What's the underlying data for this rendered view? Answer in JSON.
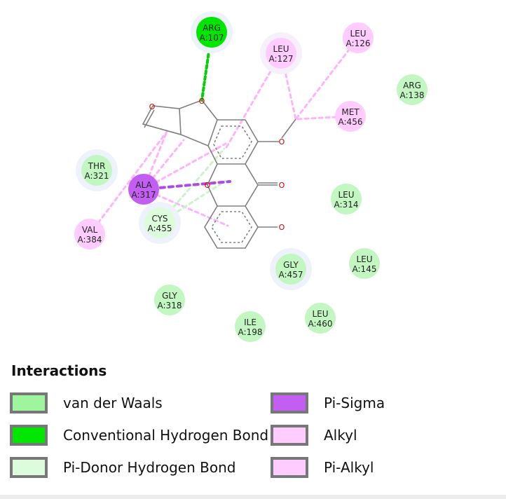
{
  "colors": {
    "van_der_waals": "#9ef59e",
    "conventional_hbond": "#00e600",
    "pi_donor_hbond": "#dcfcdc",
    "pi_sigma": "#c35ef2",
    "alkyl": "#ffccff",
    "pi_alkyl": "#ffccff",
    "bond": "#808080",
    "oxygen": "#d40000"
  },
  "ligand_atoms": {
    "oxygen": "O"
  },
  "residues": [
    {
      "id": "arg107",
      "name": "ARG",
      "code": "A:107",
      "type": "conventional_hbond"
    },
    {
      "id": "leu127",
      "name": "LEU",
      "code": "A:127",
      "type": "alkyl"
    },
    {
      "id": "leu126",
      "name": "LEU",
      "code": "A:126",
      "type": "alkyl"
    },
    {
      "id": "arg138",
      "name": "ARG",
      "code": "A:138",
      "type": "van_der_waals"
    },
    {
      "id": "met456",
      "name": "MET",
      "code": "A:456",
      "type": "alkyl"
    },
    {
      "id": "thr321",
      "name": "THR",
      "code": "A:321",
      "type": "van_der_waals"
    },
    {
      "id": "ala317",
      "name": "ALA",
      "code": "A:317",
      "type": "pi_sigma"
    },
    {
      "id": "cys455",
      "name": "CYS",
      "code": "A:455",
      "type": "pi_donor_hbond"
    },
    {
      "id": "val384",
      "name": "VAL",
      "code": "A:384",
      "type": "alkyl"
    },
    {
      "id": "leu314",
      "name": "LEU",
      "code": "A:314",
      "type": "van_der_waals"
    },
    {
      "id": "leu145",
      "name": "LEU",
      "code": "A:145",
      "type": "van_der_waals"
    },
    {
      "id": "gly457",
      "name": "GLY",
      "code": "A:457",
      "type": "van_der_waals"
    },
    {
      "id": "gly318",
      "name": "GLY",
      "code": "A:318",
      "type": "van_der_waals"
    },
    {
      "id": "ile198",
      "name": "ILE",
      "code": "A:198",
      "type": "van_der_waals"
    },
    {
      "id": "leu460",
      "name": "LEU",
      "code": "A:460",
      "type": "van_der_waals"
    }
  ],
  "legend": {
    "title": "Interactions",
    "items": [
      {
        "label": "van der Waals",
        "color": "#9ef59e"
      },
      {
        "label": "Conventional Hydrogen Bond",
        "color": "#00e600"
      },
      {
        "label": "Pi-Donor Hydrogen Bond",
        "color": "#dcfcdc"
      },
      {
        "label": "Pi-Sigma",
        "color": "#c35ef2"
      },
      {
        "label": "Alkyl",
        "color": "#ffccff"
      },
      {
        "label": "Pi-Alkyl",
        "color": "#ffccff"
      }
    ]
  }
}
